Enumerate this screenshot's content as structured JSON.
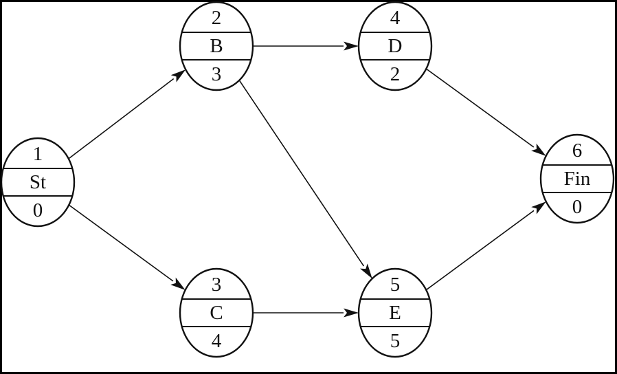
{
  "colors": {
    "line": "#111111",
    "text": "#111111",
    "background": "#ffffff"
  },
  "nodes": [
    {
      "id": "st",
      "number": "1",
      "name": "St",
      "duration": "0"
    },
    {
      "id": "b",
      "number": "2",
      "name": "B",
      "duration": "3"
    },
    {
      "id": "c",
      "number": "3",
      "name": "C",
      "duration": "4"
    },
    {
      "id": "d",
      "number": "4",
      "name": "D",
      "duration": "2"
    },
    {
      "id": "e",
      "number": "5",
      "name": "E",
      "duration": "5"
    },
    {
      "id": "fin",
      "number": "6",
      "name": "Fin",
      "duration": "0"
    }
  ],
  "edges": [
    {
      "from": "st",
      "to": "b"
    },
    {
      "from": "st",
      "to": "c"
    },
    {
      "from": "b",
      "to": "d"
    },
    {
      "from": "b",
      "to": "e"
    },
    {
      "from": "c",
      "to": "e"
    },
    {
      "from": "d",
      "to": "fin"
    },
    {
      "from": "e",
      "to": "fin"
    }
  ]
}
